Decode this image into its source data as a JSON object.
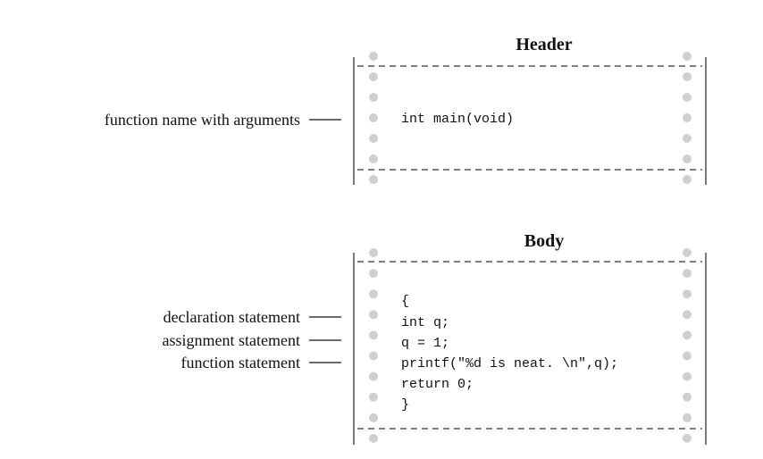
{
  "header_panel": {
    "title": "Header",
    "code_lines": [
      "int main(void)"
    ],
    "labels": [
      {
        "text": "function name with arguments",
        "line": 0
      }
    ]
  },
  "body_panel": {
    "title": "Body",
    "code_lines": [
      "{",
      "int q;",
      "q = 1;",
      "printf(\"%d is neat. \\n\",q);",
      "return 0;",
      "}"
    ],
    "labels": [
      {
        "text": "declaration statement",
        "line": 1
      },
      {
        "text": "assignment statement",
        "line": 2
      },
      {
        "text": "function statement",
        "line": 3
      }
    ]
  },
  "colors": {
    "ink": "#111111",
    "frame": "#333333",
    "hole": "#cfcfcf"
  }
}
